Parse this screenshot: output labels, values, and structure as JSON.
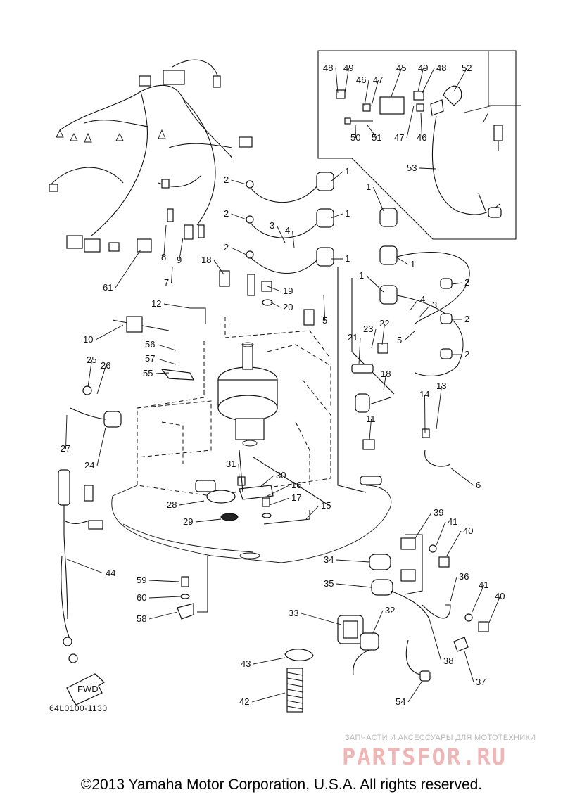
{
  "diagram": {
    "code": "64L0100-1130",
    "fwd_label": "FWD",
    "copyright": "©2013 Yamaha Motor Corporation, U.S.A. All rights reserved.",
    "watermark": {
      "tagline": "ЗАПЧАСТИ И АКСЕССУАРЫ ДЛЯ МОТОТЕХНИКИ",
      "brand": "PARTSFOR.RU"
    }
  },
  "callouts": [
    {
      "id": "c-1a",
      "num": "1"
    },
    {
      "id": "c-1b",
      "num": "1"
    },
    {
      "id": "c-1c",
      "num": "1"
    },
    {
      "id": "c-1d",
      "num": "1"
    },
    {
      "id": "c-1e",
      "num": "1"
    },
    {
      "id": "c-1f",
      "num": "1"
    },
    {
      "id": "c-1g",
      "num": "1"
    },
    {
      "id": "c-2a",
      "num": "2"
    },
    {
      "id": "c-2b",
      "num": "2"
    },
    {
      "id": "c-2c",
      "num": "2"
    },
    {
      "id": "c-2d",
      "num": "2"
    },
    {
      "id": "c-2e",
      "num": "2"
    },
    {
      "id": "c-2f",
      "num": "2"
    },
    {
      "id": "c-3a",
      "num": "3"
    },
    {
      "id": "c-3b",
      "num": "3"
    },
    {
      "id": "c-4a",
      "num": "4"
    },
    {
      "id": "c-4b",
      "num": "4"
    },
    {
      "id": "c-5a",
      "num": "5"
    },
    {
      "id": "c-5b",
      "num": "5"
    },
    {
      "id": "c-6",
      "num": "6"
    },
    {
      "id": "c-7",
      "num": "7"
    },
    {
      "id": "c-8",
      "num": "8"
    },
    {
      "id": "c-9",
      "num": "9"
    },
    {
      "id": "c-10",
      "num": "10"
    },
    {
      "id": "c-11",
      "num": "11"
    },
    {
      "id": "c-12",
      "num": "12"
    },
    {
      "id": "c-13",
      "num": "13"
    },
    {
      "id": "c-14",
      "num": "14"
    },
    {
      "id": "c-15",
      "num": "15"
    },
    {
      "id": "c-16",
      "num": "16"
    },
    {
      "id": "c-17",
      "num": "17"
    },
    {
      "id": "c-18a",
      "num": "18"
    },
    {
      "id": "c-18b",
      "num": "18"
    },
    {
      "id": "c-19",
      "num": "19"
    },
    {
      "id": "c-20",
      "num": "20"
    },
    {
      "id": "c-21",
      "num": "21"
    },
    {
      "id": "c-22",
      "num": "22"
    },
    {
      "id": "c-23",
      "num": "23"
    },
    {
      "id": "c-24",
      "num": "24"
    },
    {
      "id": "c-25",
      "num": "25"
    },
    {
      "id": "c-26",
      "num": "26"
    },
    {
      "id": "c-27",
      "num": "27"
    },
    {
      "id": "c-28",
      "num": "28"
    },
    {
      "id": "c-29",
      "num": "29"
    },
    {
      "id": "c-30",
      "num": "30"
    },
    {
      "id": "c-31",
      "num": "31"
    },
    {
      "id": "c-32",
      "num": "32"
    },
    {
      "id": "c-33",
      "num": "33"
    },
    {
      "id": "c-34",
      "num": "34"
    },
    {
      "id": "c-35",
      "num": "35"
    },
    {
      "id": "c-36",
      "num": "36"
    },
    {
      "id": "c-37",
      "num": "37"
    },
    {
      "id": "c-38",
      "num": "38"
    },
    {
      "id": "c-39",
      "num": "39"
    },
    {
      "id": "c-40a",
      "num": "40"
    },
    {
      "id": "c-40b",
      "num": "40"
    },
    {
      "id": "c-41a",
      "num": "41"
    },
    {
      "id": "c-41b",
      "num": "41"
    },
    {
      "id": "c-42",
      "num": "42"
    },
    {
      "id": "c-43",
      "num": "43"
    },
    {
      "id": "c-44",
      "num": "44"
    },
    {
      "id": "c-45",
      "num": "45"
    },
    {
      "id": "c-46a",
      "num": "46"
    },
    {
      "id": "c-46b",
      "num": "46"
    },
    {
      "id": "c-47a",
      "num": "47"
    },
    {
      "id": "c-47b",
      "num": "47"
    },
    {
      "id": "c-48a",
      "num": "48"
    },
    {
      "id": "c-48b",
      "num": "48"
    },
    {
      "id": "c-49a",
      "num": "49"
    },
    {
      "id": "c-49b",
      "num": "49"
    },
    {
      "id": "c-50",
      "num": "50"
    },
    {
      "id": "c-51",
      "num": "51"
    },
    {
      "id": "c-52",
      "num": "52"
    },
    {
      "id": "c-53",
      "num": "53"
    },
    {
      "id": "c-54",
      "num": "54"
    },
    {
      "id": "c-55",
      "num": "55"
    },
    {
      "id": "c-56",
      "num": "56"
    },
    {
      "id": "c-57",
      "num": "57"
    },
    {
      "id": "c-58",
      "num": "58"
    },
    {
      "id": "c-59",
      "num": "59"
    },
    {
      "id": "c-60",
      "num": "60"
    },
    {
      "id": "c-61",
      "num": "61"
    }
  ]
}
